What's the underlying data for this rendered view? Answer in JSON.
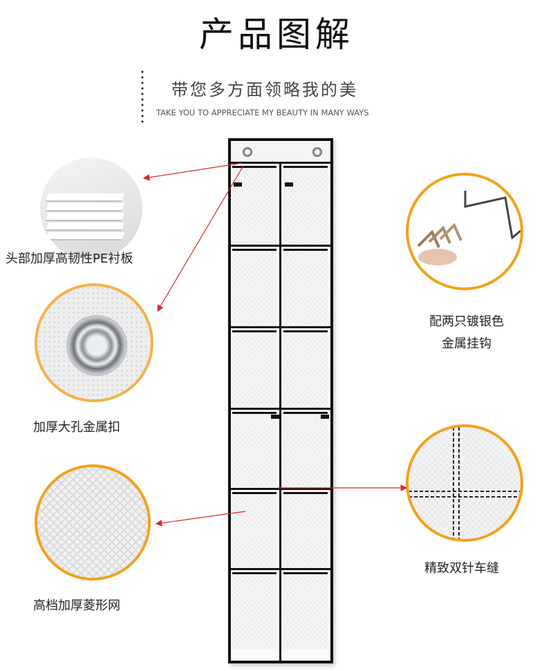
{
  "header": {
    "title": "产品图解",
    "subtitle_cn": "带您多方面领略我的美",
    "subtitle_en": "TAKE YOU TO APPRECIATE MY BEAUTY IN MANY WAYS"
  },
  "features": {
    "top_left": "头部加厚高韧性PE衬板",
    "mid_left": "加厚大孔金属扣",
    "bottom_left": "高档加厚菱形网",
    "top_right_line1": "配两只镀银色",
    "top_right_line2": "金属挂钩",
    "bottom_right": "精致双针车缝"
  },
  "colors": {
    "accent_ring": "#f3a11b",
    "arrow": "#d9262b",
    "frame": "#111111"
  }
}
